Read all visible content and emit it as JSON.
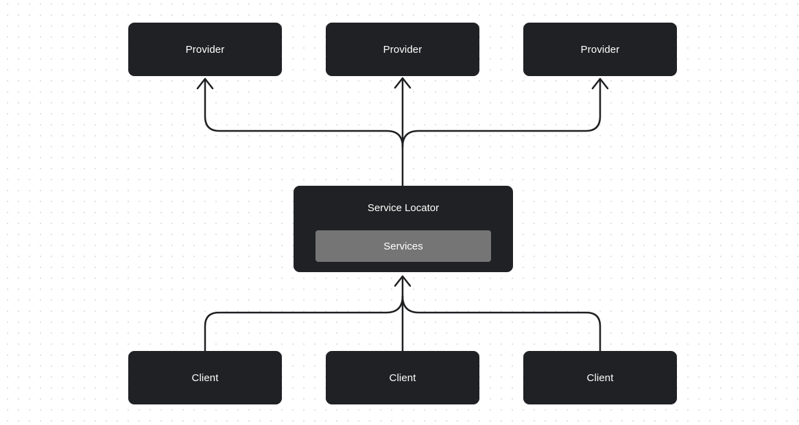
{
  "colors": {
    "background": "#ffffff",
    "grid_dot": "#e3e3e3",
    "node_fill": "#202124",
    "node_text": "#ffffff",
    "services_fill": "#757575",
    "arrow": "#1e1f21"
  },
  "nodes": {
    "providers": [
      {
        "label": "Provider"
      },
      {
        "label": "Provider"
      },
      {
        "label": "Provider"
      }
    ],
    "service_locator": {
      "title": "Service Locator",
      "inner_label": "Services"
    },
    "clients": [
      {
        "label": "Client"
      },
      {
        "label": "Client"
      },
      {
        "label": "Client"
      }
    ]
  },
  "edges": [
    {
      "from": "service-locator",
      "to": "provider-1",
      "arrow": "up"
    },
    {
      "from": "service-locator",
      "to": "provider-2",
      "arrow": "up"
    },
    {
      "from": "service-locator",
      "to": "provider-3",
      "arrow": "up"
    },
    {
      "from": "client-1",
      "to": "service-locator",
      "arrow": "up"
    },
    {
      "from": "client-2",
      "to": "service-locator",
      "arrow": "up"
    },
    {
      "from": "client-3",
      "to": "service-locator",
      "arrow": "up"
    }
  ]
}
